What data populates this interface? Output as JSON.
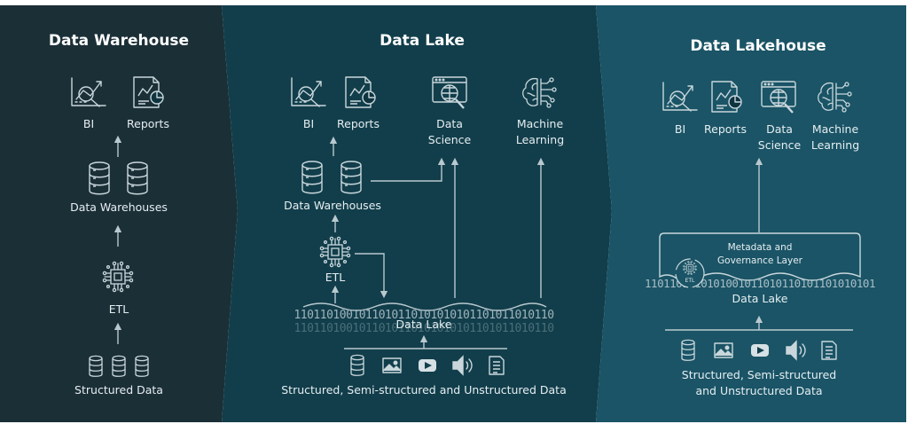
{
  "colors": {
    "panel_warehouse": "#1b2f37",
    "panel_lake": "#123e4b",
    "panel_lakehouse": "#1a5466",
    "line": "#b9c9cf",
    "text": "#e6eef1"
  },
  "warehouse": {
    "title": "Data Warehouse",
    "bi": "BI",
    "reports": "Reports",
    "data_warehouses": "Data Warehouses",
    "etl": "ETL",
    "structured_data": "Structured Data"
  },
  "lake": {
    "title": "Data Lake",
    "bi": "BI",
    "reports": "Reports",
    "data_science": "Data\nScience",
    "machine_learning": "Machine\nLearning",
    "data_warehouses": "Data Warehouses",
    "etl": "ETL",
    "binary": "1101101001011010110101010101101011010110",
    "data_lake": "Data Lake",
    "sources": "Structured, Semi-structured and Unstructured Data"
  },
  "lakehouse": {
    "title": "Data Lakehouse",
    "bi": "BI",
    "reports": "Reports",
    "data_science": "Data\nScience",
    "machine_learning": "Machine\nLearning",
    "metadata_layer": "Metadata and\nGovernance Layer",
    "etl_badge": "ETL",
    "binary": "1101101010101001011010110101101010101",
    "data_lake": "Data Lake",
    "sources": "Structured, Semi-structured\nand Unstructured Data"
  },
  "icons": {
    "bi": "bi-chart-icon",
    "reports": "report-icon",
    "data_science": "data-science-icon",
    "machine_learning": "brain-icon",
    "database": "database-icon",
    "etl": "chip-icon",
    "image": "image-icon",
    "video": "video-icon",
    "audio": "speaker-icon",
    "document": "document-icon"
  }
}
